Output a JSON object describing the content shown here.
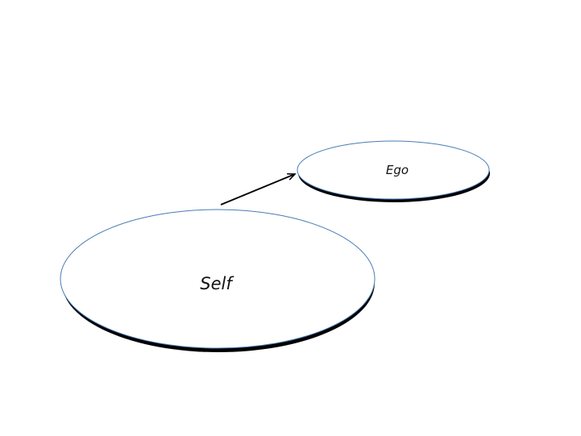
{
  "diagram": {
    "nodes": [
      {
        "id": "self",
        "label": "Self"
      },
      {
        "id": "ego",
        "label": "Ego"
      }
    ],
    "edges": [
      {
        "from": "self",
        "to": "ego",
        "type": "arrow"
      }
    ],
    "colors": {
      "outline": "#4a7ab5",
      "shadow": "#000000",
      "fill": "#ffffff",
      "arrow": "#000000"
    }
  }
}
